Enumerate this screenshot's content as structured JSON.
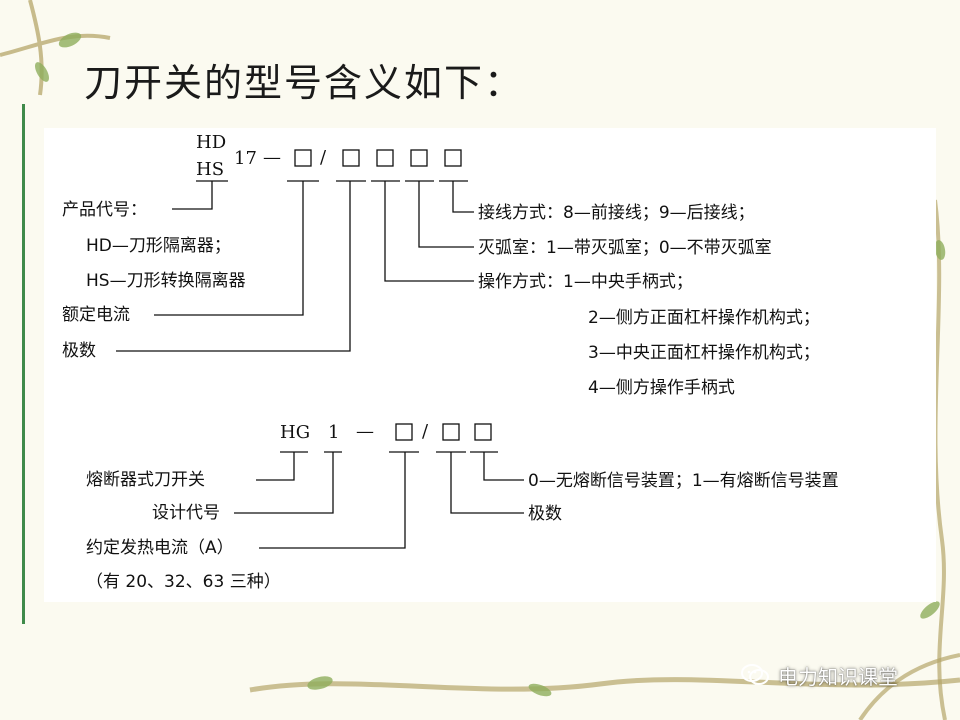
{
  "slide": {
    "title": "刀开关的型号含义如下：",
    "watermark": "电力知识课堂"
  },
  "diagram1": {
    "code_top": "HD",
    "code_bottom": "HS",
    "number": "17",
    "dash": "—",
    "slash": "/",
    "labels": {
      "product_code": "产品代号：",
      "hd_meaning": "HD—刀形隔离器；",
      "hs_meaning": "HS—刀形转换隔离器",
      "rated_current": "额定电流",
      "poles": "极数"
    },
    "right_labels": {
      "wiring": "接线方式：8—前接线；9—后接线；",
      "arc": "灭弧室：1—带灭弧室；0—不带灭弧室",
      "operation": "操作方式：1—中央手柄式；",
      "op2": "2—侧方正面杠杆操作机构式；",
      "op3": "3—中央正面杠杆操作机构式；",
      "op4": "4—侧方操作手柄式"
    }
  },
  "diagram2": {
    "code": "HG",
    "number": "1",
    "dash": "—",
    "slash": "/",
    "labels": {
      "fuse_switch": "熔断器式刀开关",
      "design_code": "设计代号",
      "heating_current": "约定发热电流（A）",
      "three_types": "（有 20、32、63 三种）"
    },
    "right_labels": {
      "signal": "0—无熔断信号装置；1—有熔断信号装置",
      "poles": "极数"
    }
  },
  "colors": {
    "accent": "#3f8a4a",
    "vine": "#b5a56a",
    "leaf": "#8fae5c"
  }
}
